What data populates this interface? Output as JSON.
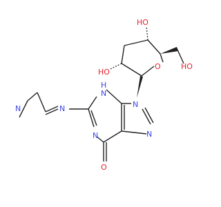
{
  "molecule": {
    "atoms": {
      "ho_c5": "HO",
      "ho_c3": "HO",
      "ho_c2": "HO",
      "o_ring": "O",
      "n_amidine": "N",
      "n_dimethyl": "N",
      "n3h": "N",
      "h_n3": "H",
      "n1": "N",
      "n9": "N",
      "n7": "N",
      "o6": "O"
    }
  },
  "colors": {
    "oxygen": "#e8212b",
    "nitrogen": "#3a43e8",
    "bond": "#202020"
  }
}
